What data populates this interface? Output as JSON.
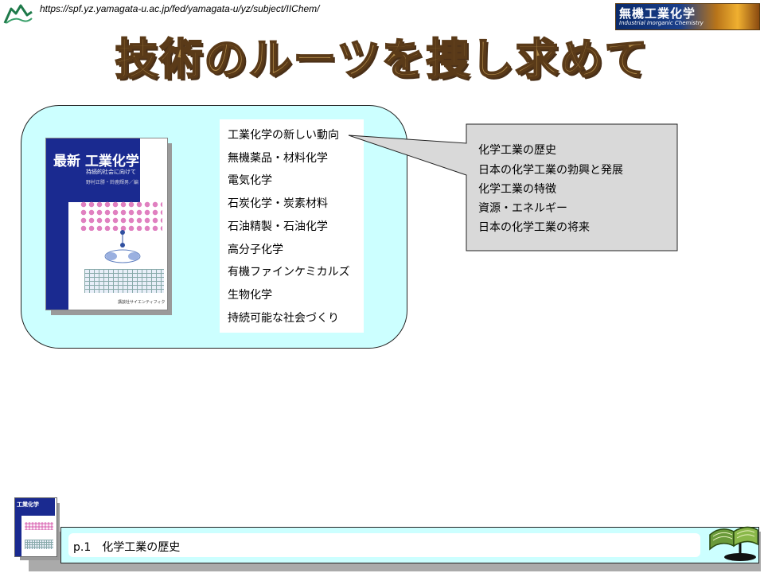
{
  "header": {
    "url": "https://spf.yz.yamagata-u.ac.jp/fed/yamagata-u/yz/subject/IIChem/",
    "banner_title": "無機工業化学",
    "banner_subtitle": "Industrial Inorganic Chemistry",
    "title": "技術のルーツを捜し求めて"
  },
  "book": {
    "title_prefix": "最新",
    "title": "工業化学",
    "subtitle": "持続的社会に向けて",
    "authors": "野村正勝・鈴鹿輝男／編",
    "publisher": "講談社サイエンティフィク"
  },
  "toc": {
    "items": [
      "工業化学の新しい動向",
      "無機薬品・材料化学",
      "電気化学",
      "石炭化学・炭素材料",
      "石油精製・石油化学",
      "高分子化学",
      "有機ファインケミカルズ",
      "生物化学",
      "持続可能な社会づくり"
    ]
  },
  "callout": {
    "items": [
      "化学工業の歴史",
      "日本の化学工業の勃興と発展",
      "化学工業の特徴",
      "資源・エネルギー",
      "日本の化学工業の将来"
    ]
  },
  "footer": {
    "mini_book_title": "工業化学",
    "page_label": "p.1　化学工業の歴史"
  },
  "icons": {
    "logo": "university-logo-icon",
    "footer": "open-book-icon"
  },
  "colors": {
    "panel": "#ccffff",
    "title": "#b08a4a",
    "book_blue": "#1a2a90",
    "callout": "#d9d9d9"
  }
}
